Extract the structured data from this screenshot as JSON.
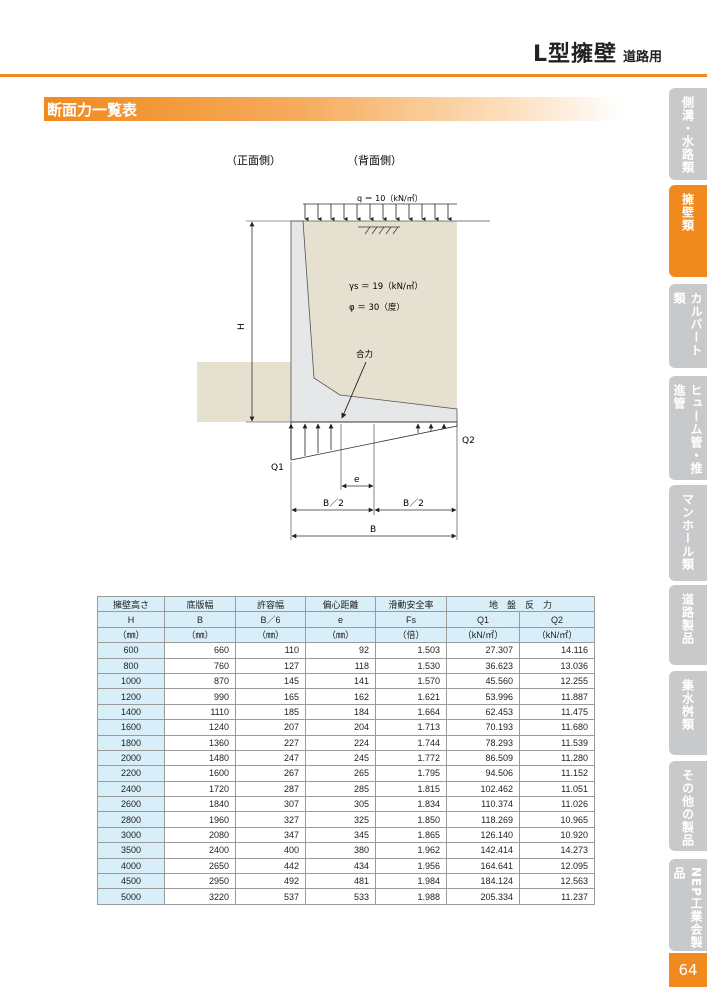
{
  "header": {
    "title": "L型擁壁",
    "subtitle": "道路用"
  },
  "section": {
    "title": "断面力一覧表"
  },
  "diagram": {
    "front_label": "（正面側）",
    "back_label": "（背面側）",
    "load_label": "q ＝ 10（kN/㎡）",
    "gamma_label": "γs ＝ 19（kN/㎥）",
    "phi_label": "φ ＝ 30（度）",
    "resultant_label": "合力",
    "h_label": "H",
    "q1_label": "Q1",
    "q2_label": "Q2",
    "e_label": "e",
    "b_half_left": "B／2",
    "b_half_right": "B／2",
    "b_label": "B"
  },
  "table": {
    "headers": [
      "擁壁高さ",
      "底版幅",
      "許容幅",
      "偏心距離",
      "滑動安全率",
      "地　盤　反　力"
    ],
    "symbols": [
      "H",
      "B",
      "B／6",
      "e",
      "Fs",
      "Q1",
      "Q2"
    ],
    "units": [
      "（㎜）",
      "（㎜）",
      "（㎜）",
      "（㎜）",
      "（倍）",
      "（kN/㎡）",
      "（kN/㎡）"
    ],
    "rows": [
      [
        "600",
        "660",
        "110",
        "92",
        "1.503",
        "27.307",
        "14.116"
      ],
      [
        "800",
        "760",
        "127",
        "118",
        "1.530",
        "36.623",
        "13.036"
      ],
      [
        "1000",
        "870",
        "145",
        "141",
        "1.570",
        "45.560",
        "12.255"
      ],
      [
        "1200",
        "990",
        "165",
        "162",
        "1.621",
        "53.996",
        "11.887"
      ],
      [
        "1400",
        "1110",
        "185",
        "184",
        "1.664",
        "62.453",
        "11.475"
      ],
      [
        "1600",
        "1240",
        "207",
        "204",
        "1.713",
        "70.193",
        "11.680"
      ],
      [
        "1800",
        "1360",
        "227",
        "224",
        "1.744",
        "78.293",
        "11.539"
      ],
      [
        "2000",
        "1480",
        "247",
        "245",
        "1.772",
        "86.509",
        "11.280"
      ],
      [
        "2200",
        "1600",
        "267",
        "265",
        "1.795",
        "94.506",
        "11.152"
      ],
      [
        "2400",
        "1720",
        "287",
        "285",
        "1.815",
        "102.462",
        "11.051"
      ],
      [
        "2600",
        "1840",
        "307",
        "305",
        "1.834",
        "110.374",
        "11.026"
      ],
      [
        "2800",
        "1960",
        "327",
        "325",
        "1.850",
        "118.269",
        "10.965"
      ],
      [
        "3000",
        "2080",
        "347",
        "345",
        "1.865",
        "126.140",
        "10.920"
      ],
      [
        "3500",
        "2400",
        "400",
        "380",
        "1.962",
        "142.414",
        "14.273"
      ],
      [
        "4000",
        "2650",
        "442",
        "434",
        "1.956",
        "164.641",
        "12.095"
      ],
      [
        "4500",
        "2950",
        "492",
        "481",
        "1.984",
        "184.124",
        "12.563"
      ],
      [
        "5000",
        "3220",
        "537",
        "533",
        "1.988",
        "205.334",
        "11.237"
      ]
    ]
  },
  "side_tabs": [
    {
      "label": "側溝・水路類",
      "active": false
    },
    {
      "label": "擁壁類",
      "active": true
    },
    {
      "label": "カルバート類",
      "active": false
    },
    {
      "label": "ヒューム管・推進管",
      "active": false
    },
    {
      "label": "マンホール類",
      "active": false
    },
    {
      "label": "道路製品",
      "active": false
    },
    {
      "label": "集水桝類",
      "active": false
    },
    {
      "label": "その他の製品",
      "active": false
    },
    {
      "label": "NEP工業会製品",
      "active": false
    }
  ],
  "page_number": "64",
  "colors": {
    "accent": "#f08a1e",
    "tab_inactive": "#c8c9cb",
    "table_header": "#d8eef8",
    "soil": "#e5e0cf",
    "wall": "#e6e7e8"
  }
}
